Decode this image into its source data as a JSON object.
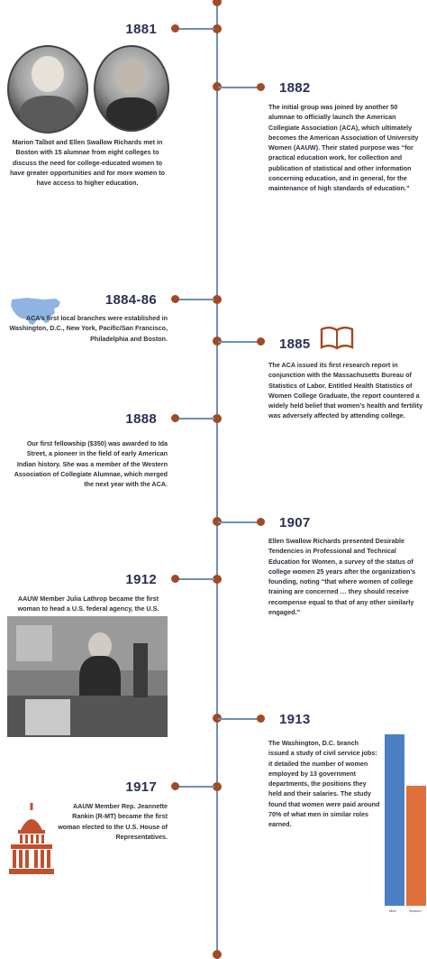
{
  "timeline": {
    "events": [
      {
        "year": "1881",
        "text": "Marion Talbot and Ellen Swallow Richards met in Boston with 15 alumnae from eight colleges to discuss the need for college-educated women to have greater opportunities and for more women to have access to higher education."
      },
      {
        "year": "1882",
        "text": "The initial group was joined by another 50 alumnae to officially launch the American Collegiate Association (ACA), which ultimately becomes the American Association of University Women (AAUW). Their stated purpose was “for practical education work, for collection and publication of statistical and other information concerning education, and in general, for the maintenance of high standards of education.”"
      },
      {
        "year": "1884-86",
        "text": "ACA’s first local branches were established in Washington, D.C., New York, Pacific/San Francisco, Philadelphia and Boston."
      },
      {
        "year": "1885",
        "text": "The ACA issued its first research report in conjunction with the Massachusetts Bureau of Statistics of Labor. Entitled Health Statistics of Women College Graduate, the report countered a widely held belief that women’s health and fertility was adversely affected by attending college."
      },
      {
        "year": "1888",
        "text": "Our first fellowship ($350) was awarded to Ida Street, a pioneer in the field of early American Indian history. She was a member of the Western Association of Collegiate Alumnae, which merged the next year with the ACA."
      },
      {
        "year": "1907",
        "text": "Ellen Swallow Richards presented Desirable Tendencies in Professional and Technical Education for Women, a survey of the status of college women 25 years after the organization’s founding, noting “that where women of college training are concerned … they should receive recompense equal to that of any other similarly engaged.”"
      },
      {
        "year": "1912",
        "text": "AAUW Member Julia Lathrop became the first woman to head a U.S. federal agency, the U.S. Children’s Bureau."
      },
      {
        "year": "1913",
        "text": "The Washington, D.C. branch issued a study of civil service jobs: it detailed the number of women employed by 13 government departments, the positions they held and their salaries. The study found that women were paid around 70% of what men in similar roles earned."
      },
      {
        "year": "1917",
        "text": "AAUW Member Rep. Jeannette Rankin (R-MT) became the first woman elected to the U.S. House of Representatives."
      }
    ]
  },
  "icons": [
    "usa-map-icon",
    "book-icon",
    "capitol-icon"
  ],
  "colors": {
    "spine": "#6b8fb8",
    "node": "#a24a24",
    "year": "#2b2f55",
    "men_bar": "#4a7fc4",
    "women_bar": "#e0703a"
  },
  "chart_data": {
    "type": "bar",
    "categories": [
      "Men",
      "Women"
    ],
    "values": [
      100,
      70
    ],
    "title": "",
    "xlabel": "",
    "ylabel": ""
  }
}
